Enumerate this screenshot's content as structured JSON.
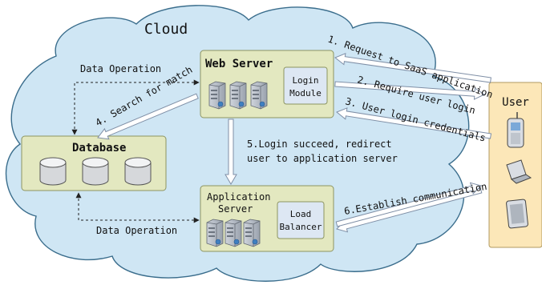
{
  "cloud": {
    "label": "Cloud"
  },
  "web_server": {
    "title": "Web Server",
    "module": [
      "Login",
      "Module"
    ]
  },
  "app_server": {
    "title": [
      "Application",
      "Server"
    ],
    "module": [
      "Load",
      "Balancer"
    ]
  },
  "database": {
    "title": "Database"
  },
  "user": {
    "title": "User"
  },
  "labels": {
    "data_op_top": "Data Operation",
    "data_op_bottom": "Data Operation",
    "step1": "1. Request to SaaS application",
    "step2": "2. Require user login",
    "step3": "3. User login credentials",
    "step4": "4. Search for match",
    "step5": [
      "5.Login succeed, redirect",
      "user to application server"
    ],
    "step6": "6.Establish communication"
  },
  "colors": {
    "cloud_fill": "#cfe6f4",
    "cloud_stroke": "#3a6d8c",
    "box_fill": "#e3e8c0",
    "box_stroke": "#8c9460",
    "module_fill": "#dde7f3",
    "user_fill": "#fce7b8",
    "arrow_fill": "#ffffff",
    "arrow_stroke": "#7f8fa6"
  },
  "icons": {
    "server": "server-tower-icon",
    "database": "database-cylinder-icon",
    "phone": "mobile-phone-icon",
    "laptop": "laptop-icon",
    "tablet": "tablet-icon"
  }
}
